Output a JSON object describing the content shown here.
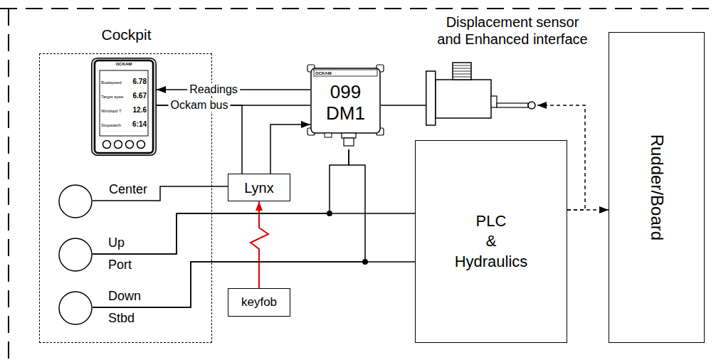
{
  "diagram": {
    "nodes": [
      {
        "text": [
          "Cockpit"
        ]
      },
      {
        "text": [
          "OCKAM",
          "Boatspeed",
          "6.78",
          "Target spee",
          "6.67",
          "Windspd T",
          "12.6",
          "Stopwatch",
          "6:14"
        ],
        "in": 0
      },
      {
        "text": [
          "Center"
        ],
        "in": 0
      },
      {
        "text": [
          "Up",
          "Port"
        ],
        "in": 0
      },
      {
        "text": [
          "Down",
          "Stbd"
        ],
        "in": 0
      },
      {
        "text": [
          "Lynx"
        ]
      },
      {
        "text": [
          "keyfob"
        ]
      },
      {
        "text": [
          "OCKAM",
          "099 DM1"
        ]
      },
      {
        "text": [
          "Displacement sensor and Enhanced interface"
        ]
      },
      {
        "text": [
          "PLC & Hydraulics"
        ]
      },
      {
        "text": [
          "Rudder/Board"
        ]
      }
    ],
    "edges": [
      {
        "from": 7,
        "to": 1,
        "arrow": "to",
        "label": "Readings"
      },
      {
        "from": 1,
        "to": 7,
        "arrow": "none",
        "label": "Ockam bus"
      },
      {
        "from": 1,
        "to": 5,
        "arrow": "none"
      },
      {
        "from": 5,
        "to": 7,
        "arrow": "to"
      },
      {
        "from": 2,
        "to": 5,
        "arrow": "none"
      },
      {
        "from": 6,
        "to": 5,
        "arrow": "to"
      },
      {
        "from": 3,
        "to": 9,
        "arrow": "none"
      },
      {
        "from": 3,
        "to": 7,
        "arrow": "none"
      },
      {
        "from": 4,
        "to": 9,
        "arrow": "none"
      },
      {
        "from": 4,
        "to": 7,
        "arrow": "none"
      },
      {
        "from": 7,
        "to": 8,
        "arrow": "none"
      },
      {
        "from": 9,
        "to": 10,
        "arrow": "to"
      },
      {
        "from": 9,
        "to": 8,
        "arrow": "to"
      }
    ]
  }
}
